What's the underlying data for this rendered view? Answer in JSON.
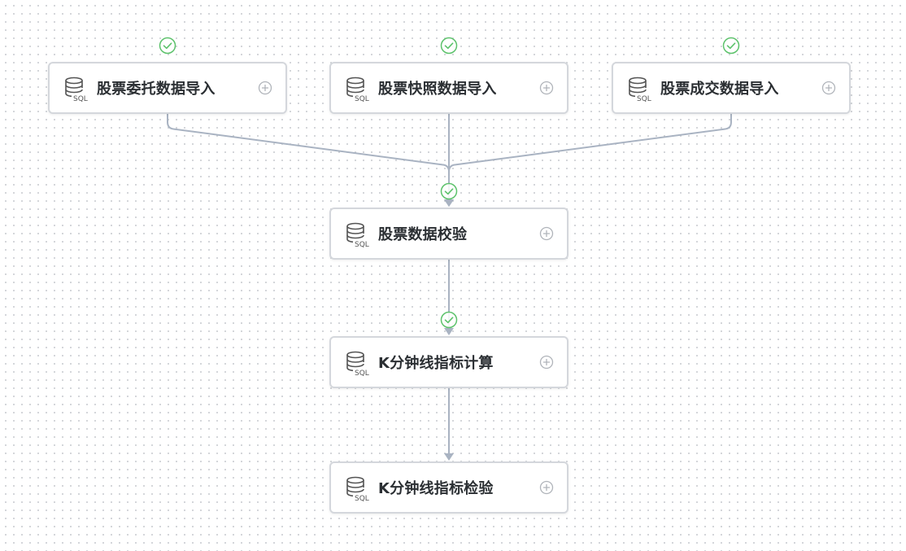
{
  "nodes": [
    {
      "id": "n1",
      "label": "股票委托数据导入",
      "icon": "sql-database-icon",
      "status": "success"
    },
    {
      "id": "n2",
      "label": "股票快照数据导入",
      "icon": "sql-database-icon",
      "status": "success"
    },
    {
      "id": "n3",
      "label": "股票成交数据导入",
      "icon": "sql-database-icon",
      "status": "success"
    },
    {
      "id": "n4",
      "label": "股票数据校验",
      "icon": "sql-database-icon",
      "status": "success"
    },
    {
      "id": "n5",
      "label": "K分钟线指标计算",
      "icon": "sql-database-icon",
      "status": "success"
    },
    {
      "id": "n6",
      "label": "K分钟线指标检验",
      "icon": "sql-database-icon",
      "status": ""
    }
  ],
  "edges": [
    {
      "from": "n1",
      "to": "n4"
    },
    {
      "from": "n2",
      "to": "n4"
    },
    {
      "from": "n3",
      "to": "n4"
    },
    {
      "from": "n4",
      "to": "n5"
    },
    {
      "from": "n5",
      "to": "n6"
    }
  ],
  "icon_text": "SQL",
  "colors": {
    "edge": "#a9b3c2",
    "success": "#5cc26b",
    "node_border": "#d4d7dc",
    "label": "#2b2f33"
  }
}
